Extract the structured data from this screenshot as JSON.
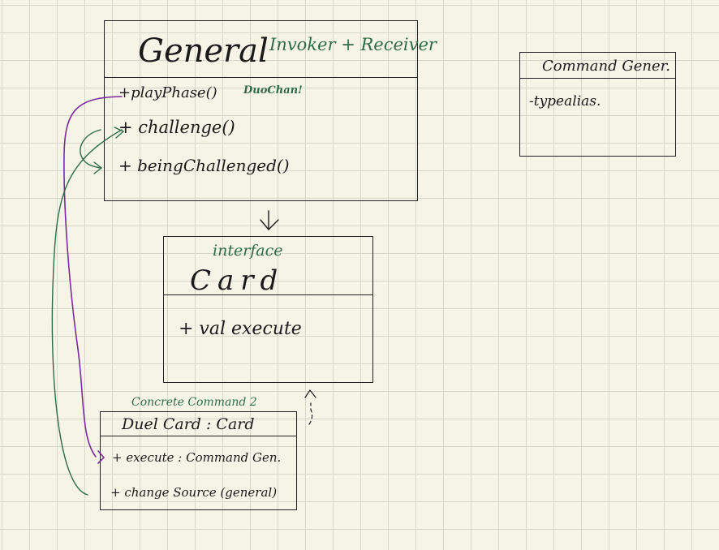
{
  "general": {
    "title": "General",
    "annotation": "Invoker + Receiver",
    "methods": [
      "+playPhase()",
      "+ challenge()",
      "+ beingChallenged()"
    ],
    "method_note": "DuoChan!"
  },
  "command_gen": {
    "title": "Command Gener.",
    "attribute": "-typealias."
  },
  "card": {
    "stereotype": "interface",
    "title": "Card",
    "method": "+ val execute"
  },
  "duel_card": {
    "stereotype": "Concrete Command 2",
    "title": "Duel Card : Card",
    "methods": [
      "+ execute : Command Gen.",
      "+ change Source (general)"
    ]
  },
  "colors": {
    "ink": "#1a1a1a",
    "green": "#2e6b46",
    "purple": "#7d2a9e"
  }
}
